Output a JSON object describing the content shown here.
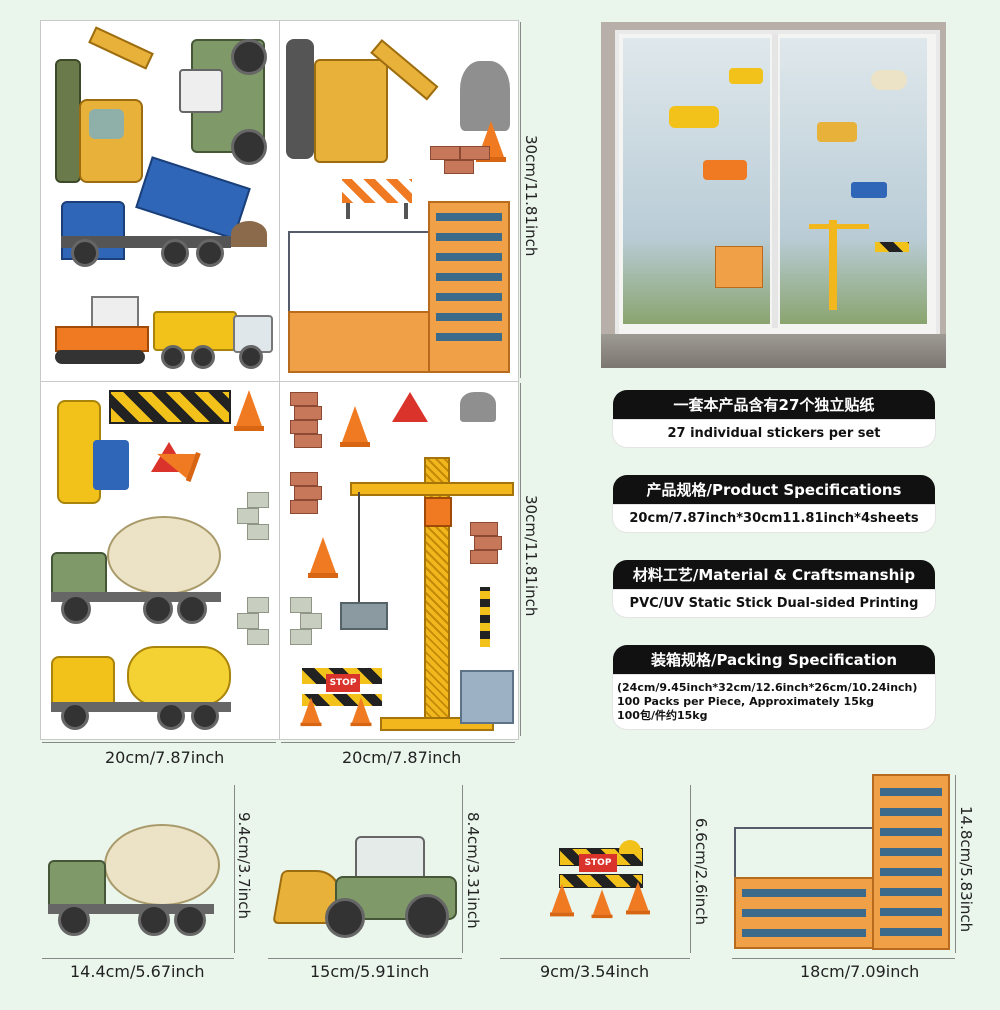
{
  "sheets": {
    "dimensions": {
      "top_height": "30cm/11.81inch",
      "bottom_height": "30cm/11.81inch",
      "left_width": "20cm/7.87inch",
      "right_width": "20cm/7.87inch"
    }
  },
  "specs": [
    {
      "title": "一套本产品含有27个独立贴纸",
      "body": "27 individual stickers per set"
    },
    {
      "title": "产品规格/Product Specifications",
      "body": "20cm/7.87inch*30cm11.81inch*4sheets"
    },
    {
      "title": "材料工艺/Material & Craftsmanship",
      "body": "PVC/UV  Static Stick Dual-sided Printing"
    },
    {
      "title": "装箱规格/Packing Specification",
      "body_lines": [
        "(24cm/9.45inch*32cm/12.6inch*26cm/10.24inch)",
        "100 Packs per Piece, Approximately 15kg",
        "100包/件约15kg"
      ]
    }
  ],
  "samples": [
    {
      "name": "cement mixer",
      "width": "14.4cm/5.67inch",
      "height": "9.4cm/3.7inch"
    },
    {
      "name": "bulldozer",
      "width": "15cm/5.91inch",
      "height": "8.4cm/3.31inch"
    },
    {
      "name": "stop barrier",
      "width": "9cm/3.54inch",
      "height": "6.6cm/2.6inch"
    },
    {
      "name": "building",
      "width": "18cm/7.09inch",
      "height": "14.8cm/5.83inch"
    }
  ],
  "labels": {
    "stop": "STOP"
  },
  "colors": {
    "background": "#eaf6ec",
    "spec_title_bg": "#111111",
    "construction_yellow": "#f2c21b",
    "cone_orange": "#f07a22",
    "truck_blue": "#2f66b8",
    "army_green": "#6f8a5a"
  }
}
